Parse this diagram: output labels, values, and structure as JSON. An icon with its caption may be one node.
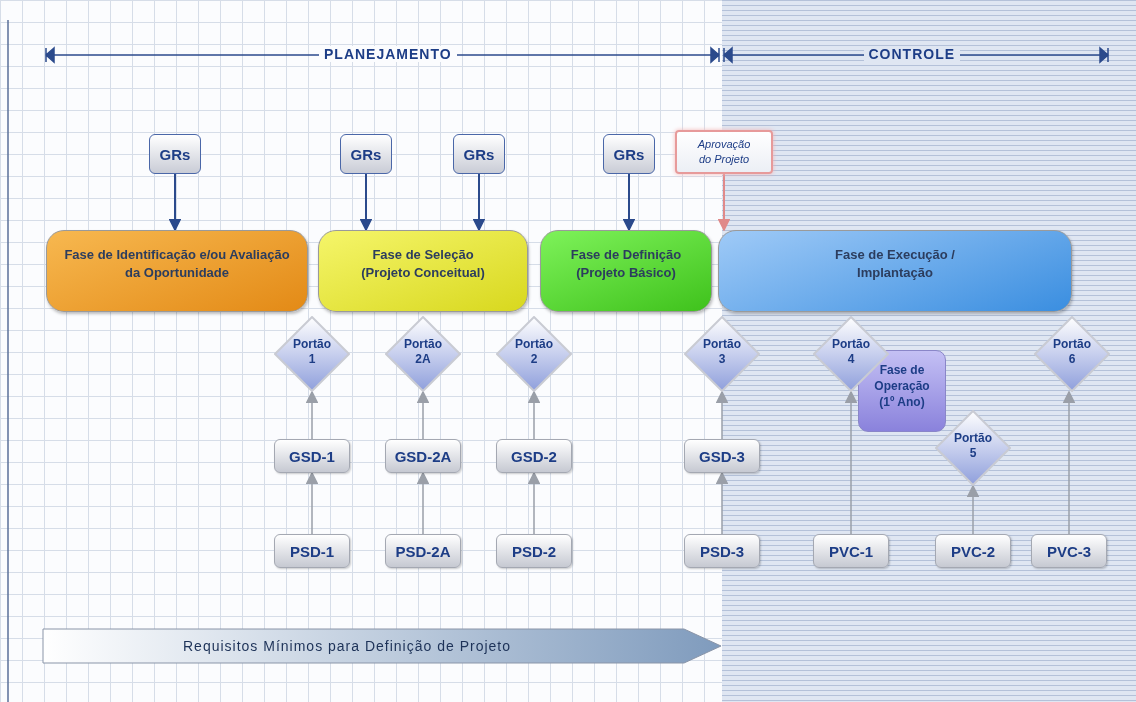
{
  "diagram": {
    "nodes": [
      {
        "text": [
          "GRs"
        ]
      },
      {
        "text": [
          "GRs"
        ]
      },
      {
        "text": [
          "GRs"
        ]
      },
      {
        "text": [
          "GRs"
        ]
      },
      {
        "text": [
          "Aprovação do Projeto"
        ]
      },
      {
        "text": [
          "Fase de Identificação e/ou Avaliação da Oportunidade"
        ]
      },
      {
        "text": [
          "Fase de Seleção (Projeto Conceitual)"
        ]
      },
      {
        "text": [
          "Fase de Definição (Projeto Básico)"
        ]
      },
      {
        "text": [
          "Fase de Execução / Implantação"
        ]
      },
      {
        "text": [
          "Portão 1"
        ]
      },
      {
        "text": [
          "Portão 2A"
        ]
      },
      {
        "text": [
          "Portão 2"
        ]
      },
      {
        "text": [
          "Portão 3"
        ]
      },
      {
        "text": [
          "Portão 4"
        ]
      },
      {
        "text": [
          "Fase de Operação (1º Ano)"
        ]
      },
      {
        "text": [
          "Portão 5"
        ]
      },
      {
        "text": [
          "Portão 6"
        ]
      },
      {
        "text": [
          "GSD-1"
        ]
      },
      {
        "text": [
          "GSD-2A"
        ]
      },
      {
        "text": [
          "GSD-2"
        ]
      },
      {
        "text": [
          "GSD-3"
        ]
      },
      {
        "text": [
          "PSD-1"
        ]
      },
      {
        "text": [
          "PSD-2A"
        ]
      },
      {
        "text": [
          "PSD-2"
        ]
      },
      {
        "text": [
          "PSD-3"
        ]
      },
      {
        "text": [
          "PVC-1"
        ]
      },
      {
        "text": [
          "PVC-2"
        ]
      },
      {
        "text": [
          "PVC-3"
        ]
      },
      {
        "text": [
          "Requisitos Mínimos para Definição de Projeto"
        ]
      }
    ],
    "edges": [
      {
        "from": 0,
        "to": 5,
        "arrow": "to",
        "color": "#2b4a8c"
      },
      {
        "from": 1,
        "to": 6,
        "arrow": "to",
        "color": "#2b4a8c"
      },
      {
        "from": 2,
        "to": 6,
        "arrow": "to",
        "color": "#2b4a8c"
      },
      {
        "from": 3,
        "to": 7,
        "arrow": "to",
        "color": "#2b4a8c"
      },
      {
        "from": 4,
        "to": 8,
        "arrow": "to",
        "color": "#e08a8a"
      },
      {
        "from": 17,
        "to": 9,
        "arrow": "to"
      },
      {
        "from": 18,
        "to": 10,
        "arrow": "to"
      },
      {
        "from": 19,
        "to": 11,
        "arrow": "to"
      },
      {
        "from": 20,
        "to": 12,
        "arrow": "to"
      },
      {
        "from": 21,
        "to": 17,
        "arrow": "to"
      },
      {
        "from": 22,
        "to": 18,
        "arrow": "to"
      },
      {
        "from": 23,
        "to": 19,
        "arrow": "to"
      },
      {
        "from": 24,
        "to": 20,
        "arrow": "to"
      },
      {
        "from": 25,
        "to": 13,
        "arrow": "to"
      },
      {
        "from": 26,
        "to": 15,
        "arrow": "to"
      },
      {
        "from": 27,
        "to": 16,
        "arrow": "to"
      }
    ],
    "labels": [
      "PLANEJAMENTO",
      "CONTROLE"
    ]
  }
}
